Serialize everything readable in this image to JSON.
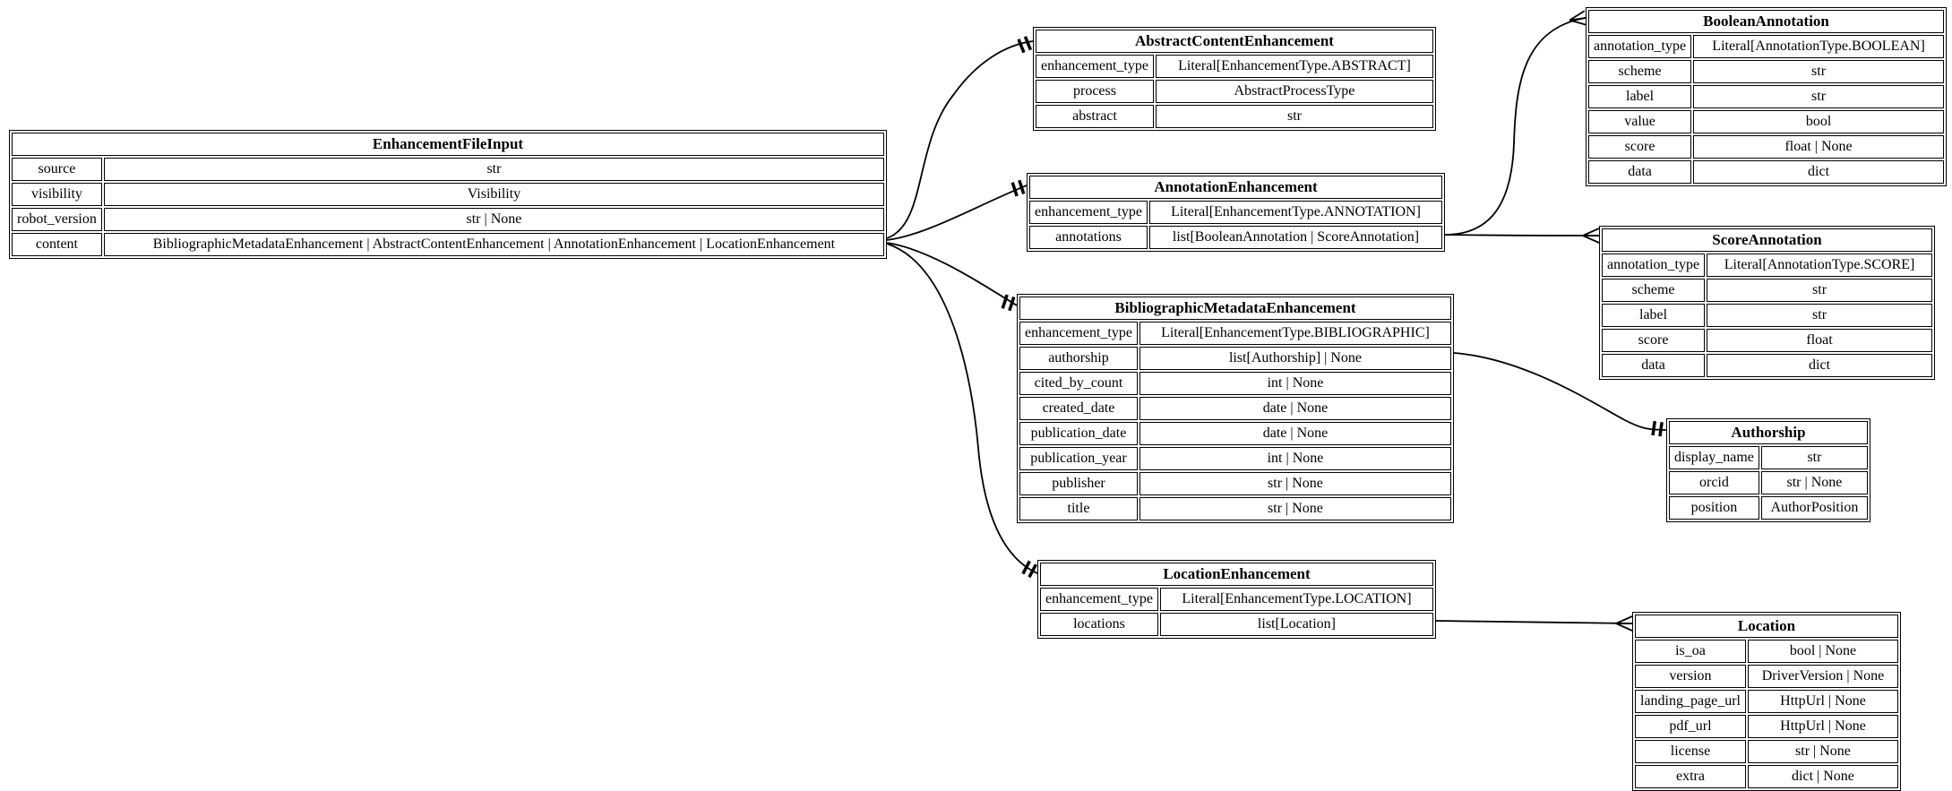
{
  "diagram": {
    "colors": {
      "background": "#ffffff",
      "line": "#000000",
      "text": "#000000"
    },
    "entities": [
      {
        "name": "EnhancementFileInput",
        "fields": [
          {
            "label": "source",
            "type": "str"
          },
          {
            "label": "visibility",
            "type": "Visibility"
          },
          {
            "label": "robot_version",
            "type": "str | None"
          },
          {
            "label": "content",
            "type": "BibliographicMetadataEnhancement | AbstractContentEnhancement | AnnotationEnhancement | LocationEnhancement"
          }
        ]
      },
      {
        "name": "AbstractContentEnhancement",
        "fields": [
          {
            "label": "enhancement_type",
            "type": "Literal[EnhancementType.ABSTRACT]"
          },
          {
            "label": "process",
            "type": "AbstractProcessType"
          },
          {
            "label": "abstract",
            "type": "str"
          }
        ]
      },
      {
        "name": "AnnotationEnhancement",
        "fields": [
          {
            "label": "enhancement_type",
            "type": "Literal[EnhancementType.ANNOTATION]"
          },
          {
            "label": "annotations",
            "type": "list[BooleanAnnotation | ScoreAnnotation]"
          }
        ]
      },
      {
        "name": "BibliographicMetadataEnhancement",
        "fields": [
          {
            "label": "enhancement_type",
            "type": "Literal[EnhancementType.BIBLIOGRAPHIC]"
          },
          {
            "label": "authorship",
            "type": "list[Authorship] | None"
          },
          {
            "label": "cited_by_count",
            "type": "int | None"
          },
          {
            "label": "created_date",
            "type": "date | None"
          },
          {
            "label": "publication_date",
            "type": "date | None"
          },
          {
            "label": "publication_year",
            "type": "int | None"
          },
          {
            "label": "publisher",
            "type": "str | None"
          },
          {
            "label": "title",
            "type": "str | None"
          }
        ]
      },
      {
        "name": "LocationEnhancement",
        "fields": [
          {
            "label": "enhancement_type",
            "type": "Literal[EnhancementType.LOCATION]"
          },
          {
            "label": "locations",
            "type": "list[Location]"
          }
        ]
      },
      {
        "name": "BooleanAnnotation",
        "fields": [
          {
            "label": "annotation_type",
            "type": "Literal[AnnotationType.BOOLEAN]"
          },
          {
            "label": "scheme",
            "type": "str"
          },
          {
            "label": "label",
            "type": "str"
          },
          {
            "label": "value",
            "type": "bool"
          },
          {
            "label": "score",
            "type": "float | None"
          },
          {
            "label": "data",
            "type": "dict"
          }
        ]
      },
      {
        "name": "ScoreAnnotation",
        "fields": [
          {
            "label": "annotation_type",
            "type": "Literal[AnnotationType.SCORE]"
          },
          {
            "label": "scheme",
            "type": "str"
          },
          {
            "label": "label",
            "type": "str"
          },
          {
            "label": "score",
            "type": "float"
          },
          {
            "label": "data",
            "type": "dict"
          }
        ]
      },
      {
        "name": "Authorship",
        "fields": [
          {
            "label": "display_name",
            "type": "str"
          },
          {
            "label": "orcid",
            "type": "str | None"
          },
          {
            "label": "position",
            "type": "AuthorPosition"
          }
        ]
      },
      {
        "name": "Location",
        "fields": [
          {
            "label": "is_oa",
            "type": "bool | None"
          },
          {
            "label": "version",
            "type": "DriverVersion | None"
          },
          {
            "label": "landing_page_url",
            "type": "HttpUrl | None"
          },
          {
            "label": "pdf_url",
            "type": "HttpUrl | None"
          },
          {
            "label": "license",
            "type": "str | None"
          },
          {
            "label": "extra",
            "type": "dict | None"
          }
        ]
      }
    ],
    "edges": [
      {
        "from": "EnhancementFileInput.content",
        "to": "AbstractContentEnhancement",
        "cardinality": "one"
      },
      {
        "from": "EnhancementFileInput.content",
        "to": "AnnotationEnhancement",
        "cardinality": "one"
      },
      {
        "from": "EnhancementFileInput.content",
        "to": "BibliographicMetadataEnhancement",
        "cardinality": "one"
      },
      {
        "from": "EnhancementFileInput.content",
        "to": "LocationEnhancement",
        "cardinality": "one"
      },
      {
        "from": "AnnotationEnhancement.annotations",
        "to": "BooleanAnnotation",
        "cardinality": "many"
      },
      {
        "from": "AnnotationEnhancement.annotations",
        "to": "ScoreAnnotation",
        "cardinality": "many"
      },
      {
        "from": "BibliographicMetadataEnhancement.authorship",
        "to": "Authorship",
        "cardinality": "one"
      },
      {
        "from": "LocationEnhancement.locations",
        "to": "Location",
        "cardinality": "many"
      }
    ]
  }
}
